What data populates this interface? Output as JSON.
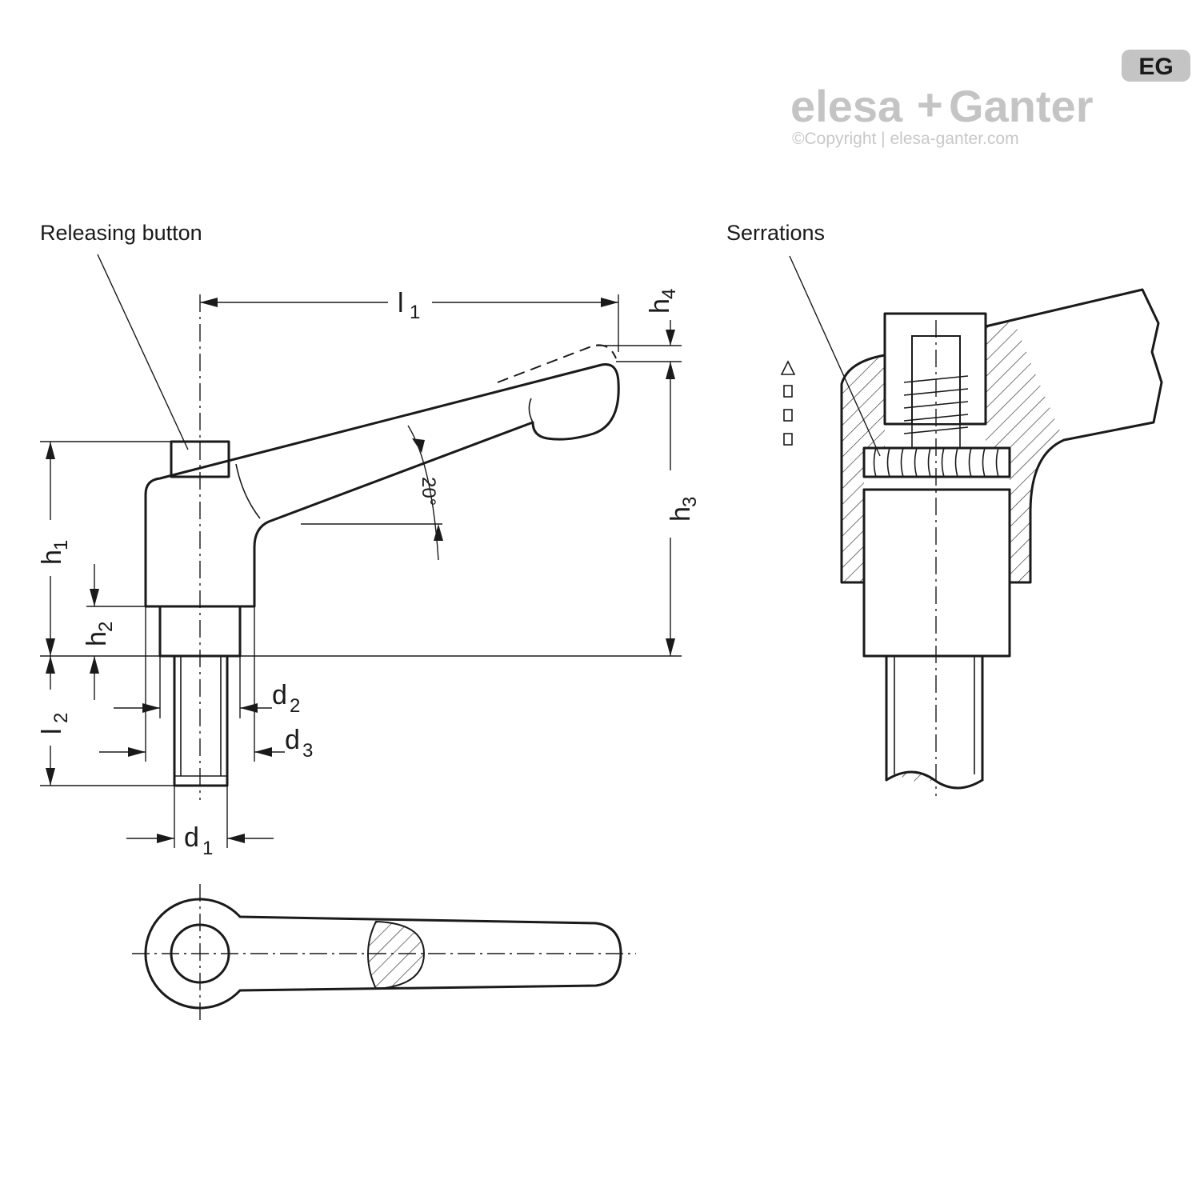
{
  "brand": {
    "name_left": "elesa",
    "plus": "+",
    "name_right": "Ganter",
    "badge": "EG",
    "copyright": "©Copyright | elesa-ganter.com"
  },
  "callouts": {
    "releasing_button": "Releasing button",
    "serrations": "Serrations"
  },
  "dimensions": {
    "l1": {
      "base": "l",
      "sub": "1"
    },
    "l2": {
      "base": "l",
      "sub": "2"
    },
    "h1": {
      "base": "h",
      "sub": "1"
    },
    "h2": {
      "base": "h",
      "sub": "2"
    },
    "h3": {
      "base": "h",
      "sub": "3"
    },
    "h4": {
      "base": "h",
      "sub": "4"
    },
    "d1": {
      "base": "d",
      "sub": "1"
    },
    "d2": {
      "base": "d",
      "sub": "2"
    },
    "d3": {
      "base": "d",
      "sub": "3"
    },
    "angle": "20°"
  },
  "colors": {
    "line": "#1a1a1a",
    "logo_grey": "#c4c4c4"
  }
}
